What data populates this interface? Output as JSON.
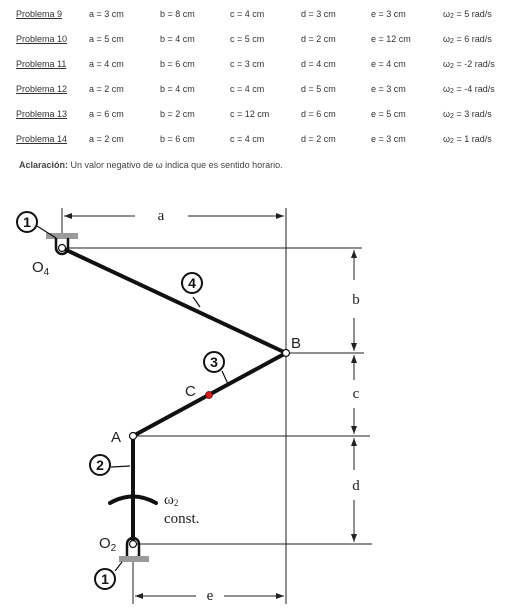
{
  "problems": [
    {
      "name": "Problema 9",
      "a": "a = 3 cm",
      "b": "b = 8 cm",
      "c": "c = 4 cm",
      "d": "d = 3 cm",
      "e": "e = 3 cm",
      "w_sym": "ω",
      "w_sub": "2",
      "w_val": " = 5 rad/s"
    },
    {
      "name": "Problema 10",
      "a": "a = 5 cm",
      "b": "b = 4 cm",
      "c": "c = 5 cm",
      "d": "d = 2 cm",
      "e": "e = 12 cm",
      "w_sym": "ω",
      "w_sub": "2",
      "w_val": " = 6 rad/s"
    },
    {
      "name": "Problema 11",
      "a": "a = 4 cm",
      "b": "b = 6 cm",
      "c": "c = 3 cm",
      "d": "d = 4 cm",
      "e": "e = 4 cm",
      "w_sym": "ω",
      "w_sub": "2",
      "w_val": " = -2 rad/s"
    },
    {
      "name": "Problema 12",
      "a": "a = 2 cm",
      "b": "b = 4 cm",
      "c": "c = 4 cm",
      "d": "d = 5 cm",
      "e": "e = 3 cm",
      "w_sym": "ω",
      "w_sub": "2",
      "w_val": " = -4 rad/s"
    },
    {
      "name": "Problema 13",
      "a": "a = 6 cm",
      "b": "b = 2 cm",
      "c": "c = 12 cm",
      "d": "d = 6 cm",
      "e": "e = 5 cm",
      "w_sym": "ω",
      "w_sub": "2",
      "w_val": " = 3 rad/s"
    },
    {
      "name": "Problema 14",
      "a": "a = 2 cm",
      "b": "b = 6 cm",
      "c": "c = 4 cm",
      "d": "d = 2 cm",
      "e": "e = 3 cm",
      "w_sym": "ω",
      "w_sub": "2",
      "w_val": " = 1 rad/s"
    }
  ],
  "note": {
    "label": "Aclaración:",
    "text": " Un valor negativo de ω indica que es sentido horario."
  },
  "diagram": {
    "dim_a": "a",
    "dim_b": "b",
    "dim_c": "c",
    "dim_d": "d",
    "dim_e": "e",
    "point_o4": "O",
    "point_o4_sub": "4",
    "point_o2": "O",
    "point_o2_sub": "2",
    "point_a": "A",
    "point_b": "B",
    "point_c": "C",
    "link_1_top": "1",
    "link_1_bottom": "1",
    "link_2": "2",
    "link_3": "3",
    "link_4": "4",
    "omega_symbol": "ω",
    "omega_sub": "2",
    "omega_const": "const."
  }
}
